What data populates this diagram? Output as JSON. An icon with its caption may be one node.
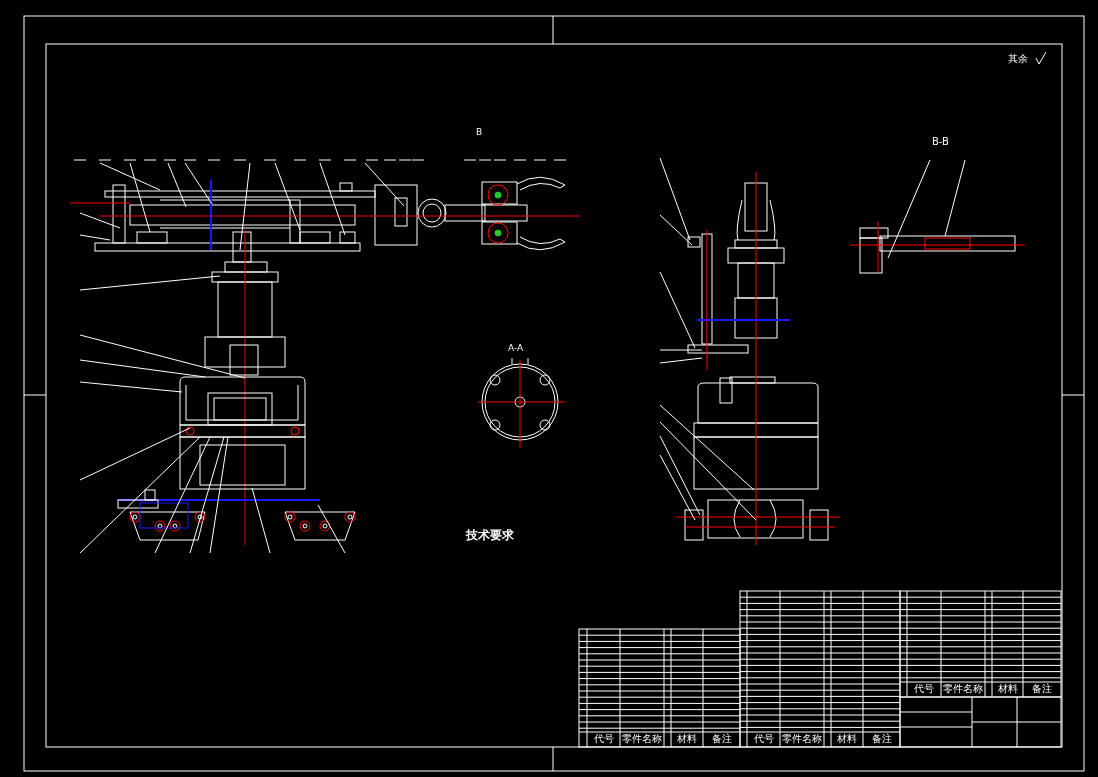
{
  "diagram": {
    "labels": [
      "其余",
      "B",
      "A-A",
      "B-B",
      "技术要求",
      "代号",
      "零件名称",
      "材料",
      "备注",
      "代号",
      "零件名称",
      "材料",
      "备注",
      "代号",
      "零件名称",
      "材料",
      "备注"
    ]
  }
}
